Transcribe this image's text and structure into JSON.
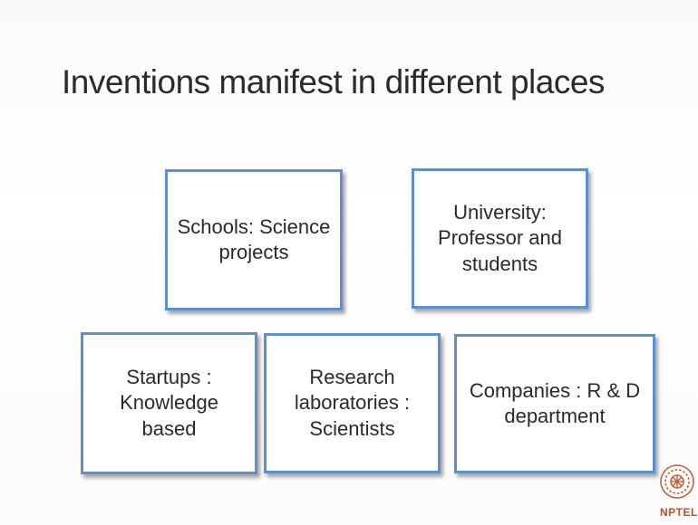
{
  "slide": {
    "title": "Inventions manifest in different places"
  },
  "boxes": {
    "schools": [
      "Schools: Science",
      "projects"
    ],
    "university": [
      "University:",
      "Professor and",
      "students"
    ],
    "startups": [
      "Startups :",
      "Knowledge",
      "based"
    ],
    "research": [
      "Research",
      "laboratories :",
      "Scientists"
    ],
    "companies": [
      "Companies : R & D",
      "department"
    ]
  },
  "logo": {
    "icon": "nptel-logo-icon",
    "text": "NPTEL",
    "color": "#b5532e"
  },
  "colors": {
    "box_border": "#5b8fd0",
    "text": "#262626"
  }
}
